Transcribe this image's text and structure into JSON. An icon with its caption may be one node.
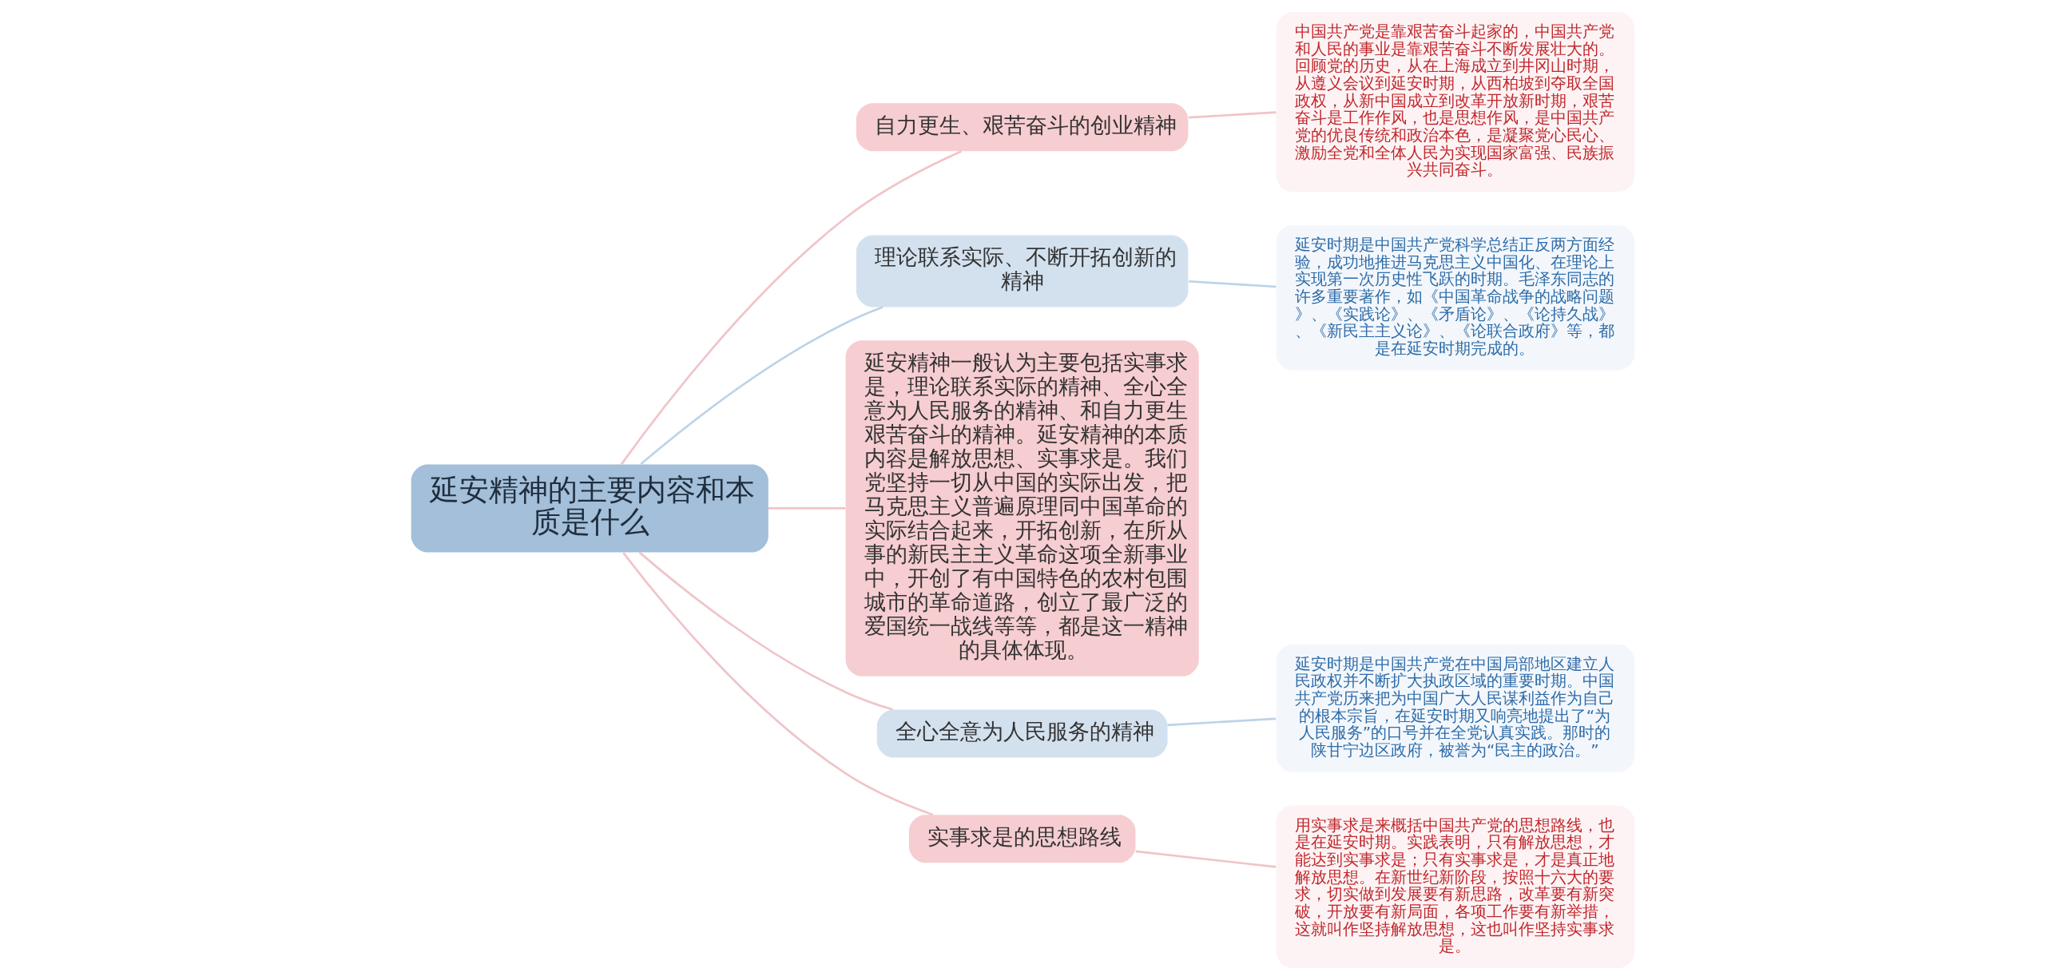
{
  "diagram": {
    "nodes": [
      {
        "text": [
          "延安精神的主要内容和本质是什么"
        ]
      },
      {
        "text": [
          "自力更生、艰苦奋斗的创业精神"
        ]
      },
      {
        "text": [
          "中国共产党是靠艰苦奋斗起家的，中国共产党和人民的事业是靠艰苦奋斗不断发展壮大的。回顾党的历史，从在上海成立到井冈山时期，从遵义会议到延安时期，从西柏坡到夺取全国政权，从新中国成立到改革开放新时期，艰苦奋斗是工作作风，也是思想作风，是中国共产党的优良传统和政治本色，是凝聚党心民心、激励全党和全体人民为实现国家富强、民族振兴共同奋斗。"
        ]
      },
      {
        "text": [
          "理论联系实际、不断开拓创新的精神"
        ]
      },
      {
        "text": [
          "延安时期是中国共产党科学总结正反两方面经验，成功地推进马克思主义中国化、在理论上实现第一次历史性飞跃的时期。毛泽东同志的许多重要著作，如《中国革命战争的战略问题》、《实践论》、《矛盾论》、《论持久战》、《新民主主义论》、《论联合政府》等，都是在延安时期完成的。"
        ]
      },
      {
        "text": [
          "延安精神一般认为主要包括实事求是，理论联系实际的精神、全心全意为人民服务的精神、和自力更生艰苦奋斗的精神。延安精神的本质内容是解放思想、实事求是。我们党坚持一切从中国的实际出发，把马克思主义普遍原理同中国革命的实际结合起来，开拓创新，在所从事的新民主主义革命这项全新事业中，开创了有中国特色的农村包围城市的革命道路，创立了最广泛的爱国统一战线等等，都是这一精神的具体体现。"
        ]
      },
      {
        "text": [
          "全心全意为人民服务的精神"
        ]
      },
      {
        "text": [
          "延安时期是中国共产党在中国局部地区建立人民政权并不断扩大执政区域的重要时期。中国共产党历来把为中国广大人民谋利益作为自己的根本宗旨，在延安时期又响亮地提出了“为人民服务”的口号并在全党认真实践。那时的陕甘宁边区政府，被誉为“民主的政治。”"
        ]
      },
      {
        "text": [
          "实事求是的思想路线"
        ]
      },
      {
        "text": [
          "用实事求是来概括中国共产党的思想路线，也是在延安时期。实践表明，只有解放思想，才能达到实事求是；只有实事求是，才是真正地解放思想。在新世纪新阶段，按照十六大的要求，切实做到发展要有新思路，改革要有新突破，开放要有新局面，各项工作要有新举措，这就叫作坚持解放思想，这也叫作坚持实事求是。"
        ]
      }
    ],
    "edges": [
      {
        "from": 0,
        "to": 1,
        "arrow": "none"
      },
      {
        "from": 1,
        "to": 2,
        "arrow": "none"
      },
      {
        "from": 0,
        "to": 3,
        "arrow": "none",
        "color": "#bcd3e8"
      },
      {
        "from": 3,
        "to": 4,
        "arrow": "none",
        "color": "#bcd3e8"
      },
      {
        "from": 0,
        "to": 5,
        "arrow": "none"
      },
      {
        "from": 0,
        "to": 6,
        "arrow": "none"
      },
      {
        "from": 6,
        "to": 7,
        "arrow": "none",
        "color": "#bcd3e8"
      },
      {
        "from": 0,
        "to": 8,
        "arrow": "none"
      },
      {
        "from": 8,
        "to": 9,
        "arrow": "none"
      }
    ]
  }
}
